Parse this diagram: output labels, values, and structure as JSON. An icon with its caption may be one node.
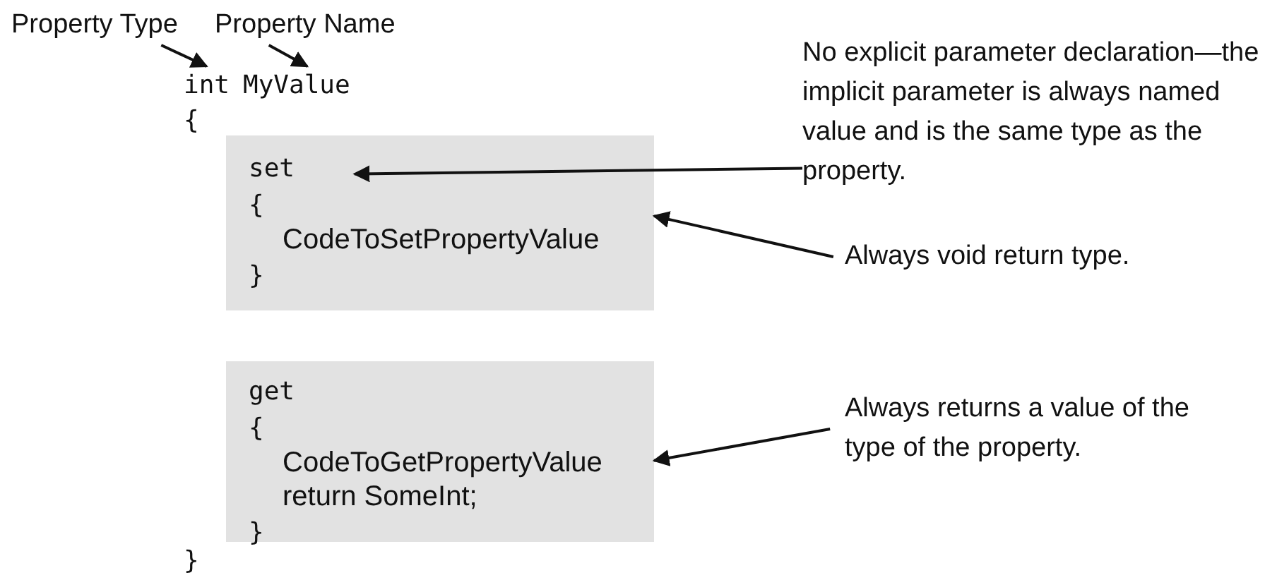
{
  "diagram": {
    "nodes": [
      {
        "text": [
          "Property Type"
        ]
      },
      {
        "text": [
          "Property Name"
        ]
      },
      {
        "text": [
          "int"
        ]
      },
      {
        "text": [
          "MyValue"
        ]
      },
      {
        "text": [
          "No explicit parameter declaration—the implicit parameter is always named value and is the same type as the property."
        ]
      },
      {
        "text": [
          "set",
          "{",
          "CodeToSetPropertyValue",
          "}"
        ]
      },
      {
        "text": [
          "Always void return type."
        ]
      },
      {
        "text": [
          "get",
          "{",
          "CodeToGetPropertyValue",
          "return SomeInt;",
          "}"
        ]
      },
      {
        "text": [
          "Always returns a value of the type of the property."
        ]
      }
    ],
    "edges": [
      {
        "from": 0,
        "to": 2,
        "arrow": "to"
      },
      {
        "from": 1,
        "to": 3,
        "arrow": "to"
      },
      {
        "from": 4,
        "to": 5,
        "arrow": "to"
      },
      {
        "from": 6,
        "to": 5,
        "arrow": "to"
      },
      {
        "from": 8,
        "to": 7,
        "arrow": "to"
      }
    ],
    "labels": [
      "{",
      "}"
    ]
  }
}
